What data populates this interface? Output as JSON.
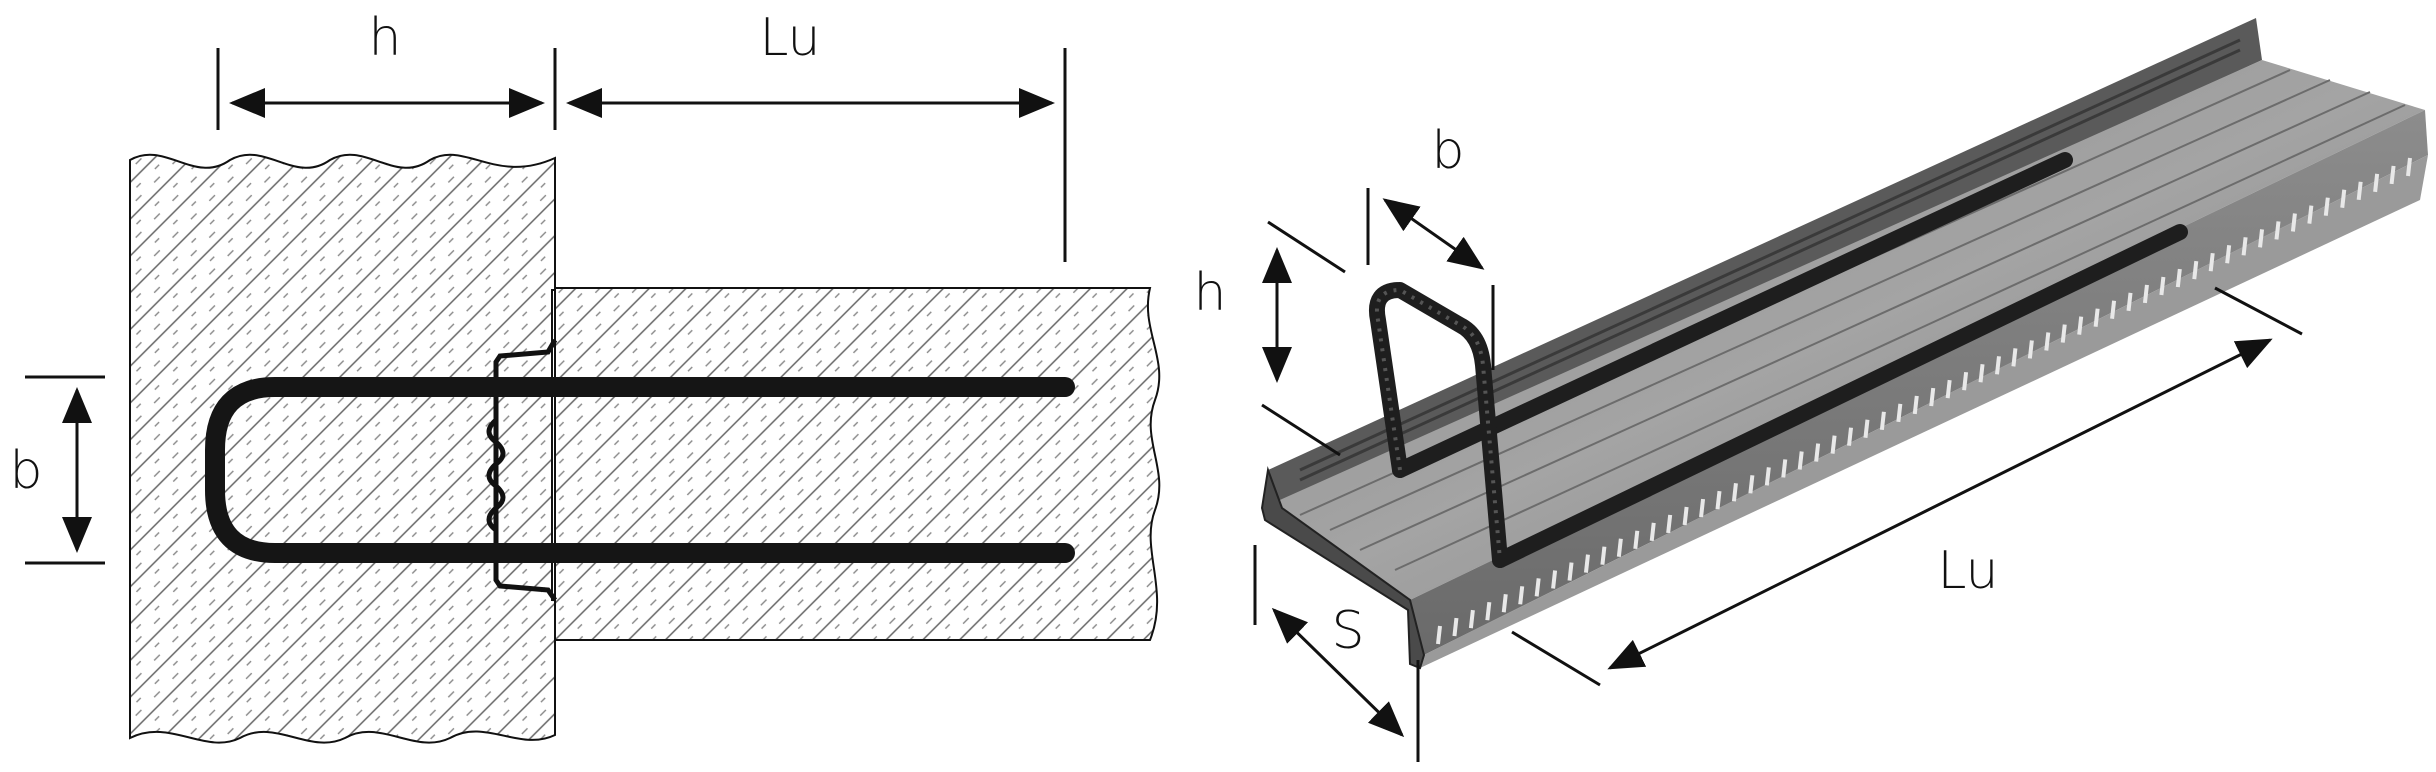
{
  "section_view": {
    "label_h": "h",
    "label_lu": "Lu",
    "label_b": "b"
  },
  "iso_view": {
    "label_b": "b",
    "label_h": "h",
    "label_s": "S",
    "label_lu": "Lu"
  },
  "colors": {
    "ink": "#111111",
    "hatch": "#555555",
    "rebar": "#151515",
    "profile_light": "#9a9a9a",
    "profile_mid": "#7a7a7a",
    "profile_dark": "#4a4a4a"
  }
}
